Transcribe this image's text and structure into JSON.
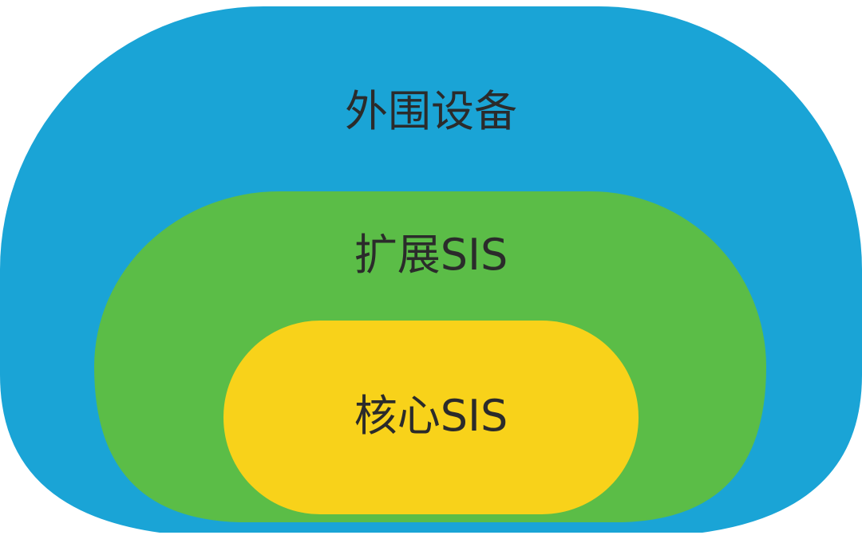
{
  "diagram": {
    "layers": [
      {
        "id": "outer",
        "label": "外围设备",
        "color": "#1aa4d6"
      },
      {
        "id": "middle",
        "label": "扩展SIS",
        "color": "#5bbd47"
      },
      {
        "id": "inner",
        "label": "核心SIS",
        "color": "#f8d21a"
      }
    ]
  }
}
